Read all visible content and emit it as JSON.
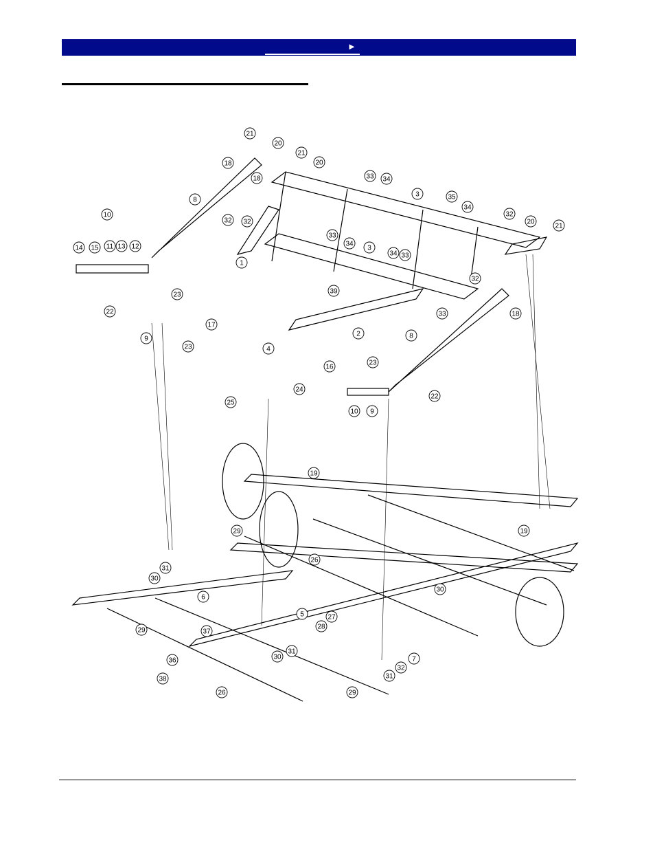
{
  "header": {
    "link_glyph": "►"
  },
  "figure": {
    "callouts": [
      "1",
      "2",
      "3",
      "3",
      "4",
      "5",
      "6",
      "7",
      "8",
      "8",
      "9",
      "9",
      "10",
      "10",
      "11",
      "12",
      "13",
      "14",
      "15",
      "16",
      "17",
      "18",
      "18",
      "18",
      "19",
      "19",
      "20",
      "20",
      "20",
      "21",
      "21",
      "21",
      "22",
      "22",
      "23",
      "23",
      "23",
      "24",
      "25",
      "26",
      "26",
      "27",
      "28",
      "29",
      "29",
      "29",
      "30",
      "30",
      "30",
      "31",
      "31",
      "31",
      "32",
      "32",
      "32",
      "32",
      "32",
      "33",
      "33",
      "33",
      "33",
      "34",
      "34",
      "34",
      "34",
      "35",
      "36",
      "37",
      "38",
      "39"
    ]
  }
}
